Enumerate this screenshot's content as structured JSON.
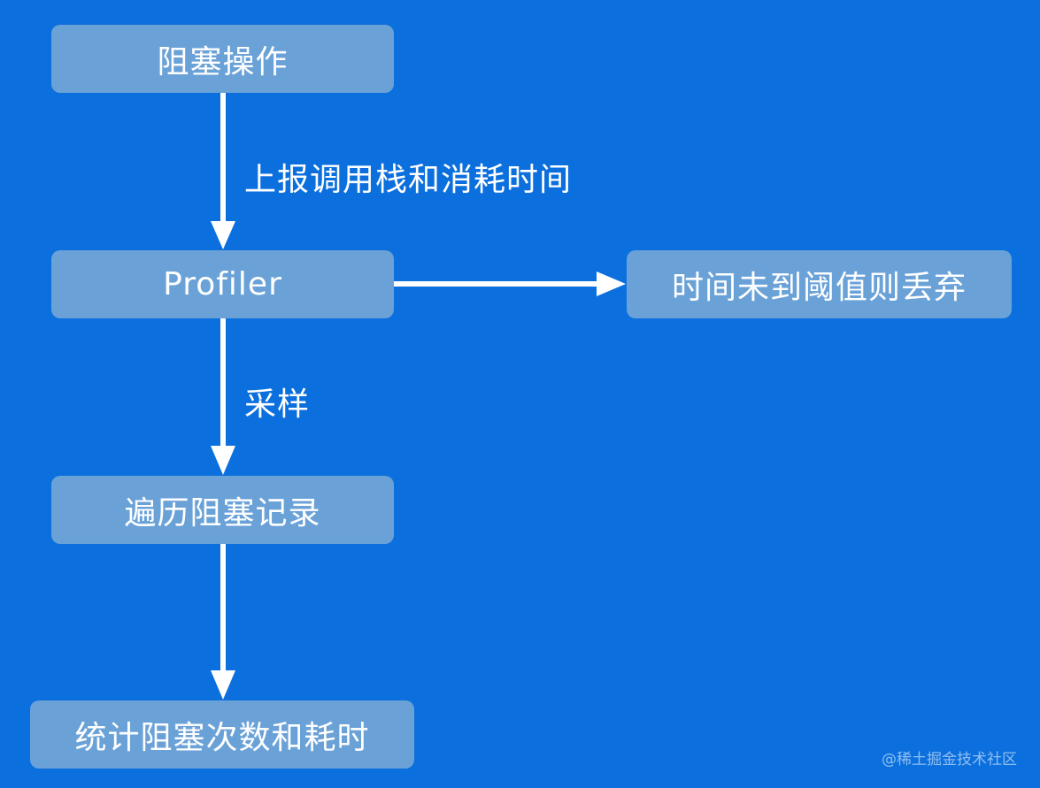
{
  "nodes": {
    "block_op": "阻塞操作",
    "profiler": "Profiler",
    "discard": "时间未到阈值则丢弃",
    "traverse": "遍历阻塞记录",
    "stats": "统计阻塞次数和耗时"
  },
  "edges": {
    "report": "上报调用栈和消耗时间",
    "sample": "采样"
  },
  "watermark": "@稀土掘金技术社区",
  "colors": {
    "background": "#0b6fdd",
    "node_fill": "#78aad7",
    "arrow": "#ffffff",
    "text": "#ffffff"
  }
}
